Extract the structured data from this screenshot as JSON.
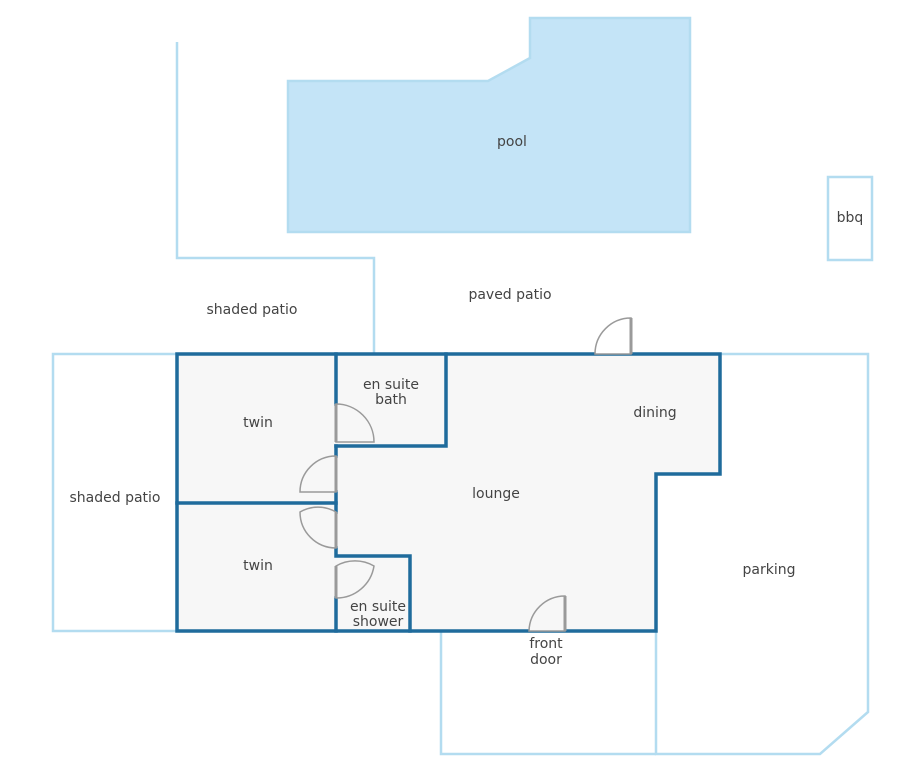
{
  "colors": {
    "outline": "#b3dcf0",
    "pool_fill": "#c4e4f7",
    "wall": "#1f6b9c",
    "floor": "#f7f7f7",
    "door": "#9a9a9a",
    "text": "#444444"
  },
  "labels": {
    "pool": "pool",
    "bbq": "bbq",
    "paved_patio": "paved patio",
    "shaded_patio_top": "shaded patio",
    "shaded_patio_left": "shaded patio",
    "twin_upper": "twin",
    "twin_lower": "twin",
    "en_suite_bath_line1": "en suite",
    "en_suite_bath_line2": "bath",
    "en_suite_shower_line1": "en suite",
    "en_suite_shower_line2": "shower",
    "dining": "dining",
    "lounge": "lounge",
    "parking": "parking",
    "front_door_line1": "front",
    "front_door_line2": "door"
  }
}
